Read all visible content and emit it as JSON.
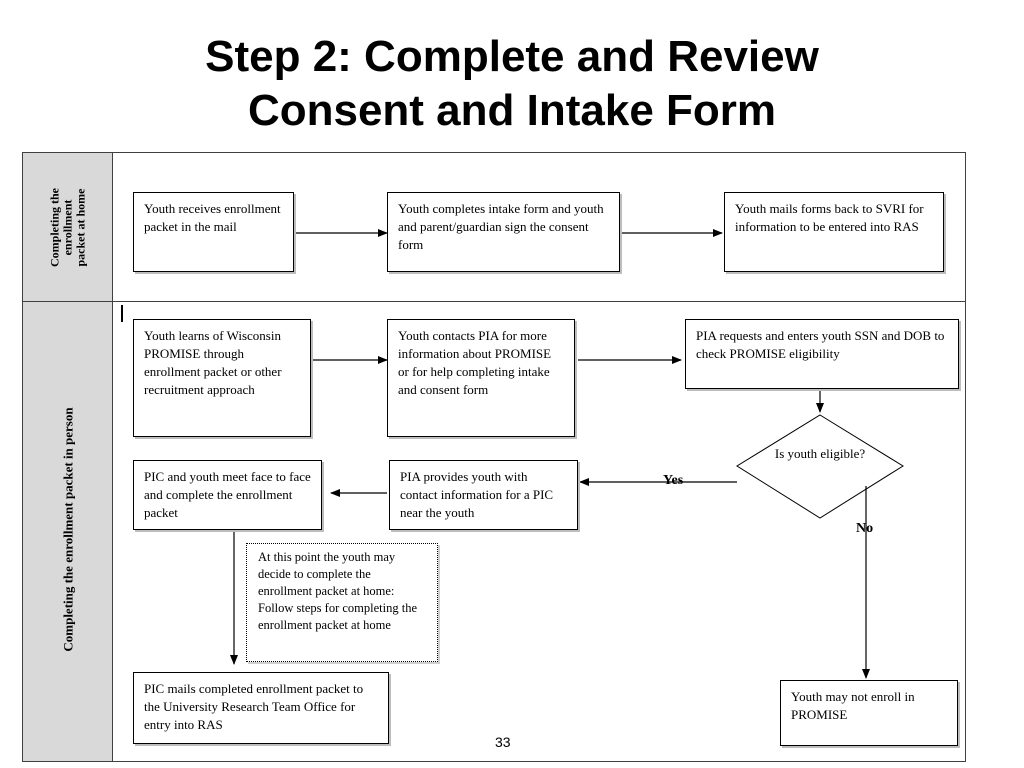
{
  "title": {
    "line1": "Step 2: Complete and Review",
    "line2": "Consent and Intake Form"
  },
  "lanes": {
    "top_label": "Completing the\nenrollment\npacket at home",
    "bottom_label": "Completing the enrollment packet in person"
  },
  "nodes": {
    "receives_packet": "Youth receives enrollment packet in the mail",
    "completes_form": "Youth completes intake form and youth and parent/guardian sign the consent form",
    "mails_forms": "Youth mails forms back to SVRI for information to be entered into RAS",
    "learns_promise": "Youth learns of Wisconsin PROMISE through enrollment packet or other recruitment approach",
    "contacts_pia": "Youth contacts PIA for more information about PROMISE or for help completing intake and consent form",
    "pia_requests": "PIA requests and enters youth SSN and DOB to check PROMISE eligibility",
    "is_eligible": "Is youth eligible?",
    "pia_provides": "PIA provides youth with contact information for a PIC near the youth",
    "pic_meet": "PIC and youth meet face to face and complete the enrollment packet",
    "note_home": "At this point the youth may decide to complete the enrollment packet at home: Follow steps for completing the enrollment packet at home",
    "pic_mails": "PIC mails completed enrollment packet to the University Research Team Office for entry into RAS",
    "may_not_enroll": "Youth may not enroll in PROMISE"
  },
  "edge_labels": {
    "yes": "Yes",
    "no": "No"
  },
  "page_number": "33"
}
